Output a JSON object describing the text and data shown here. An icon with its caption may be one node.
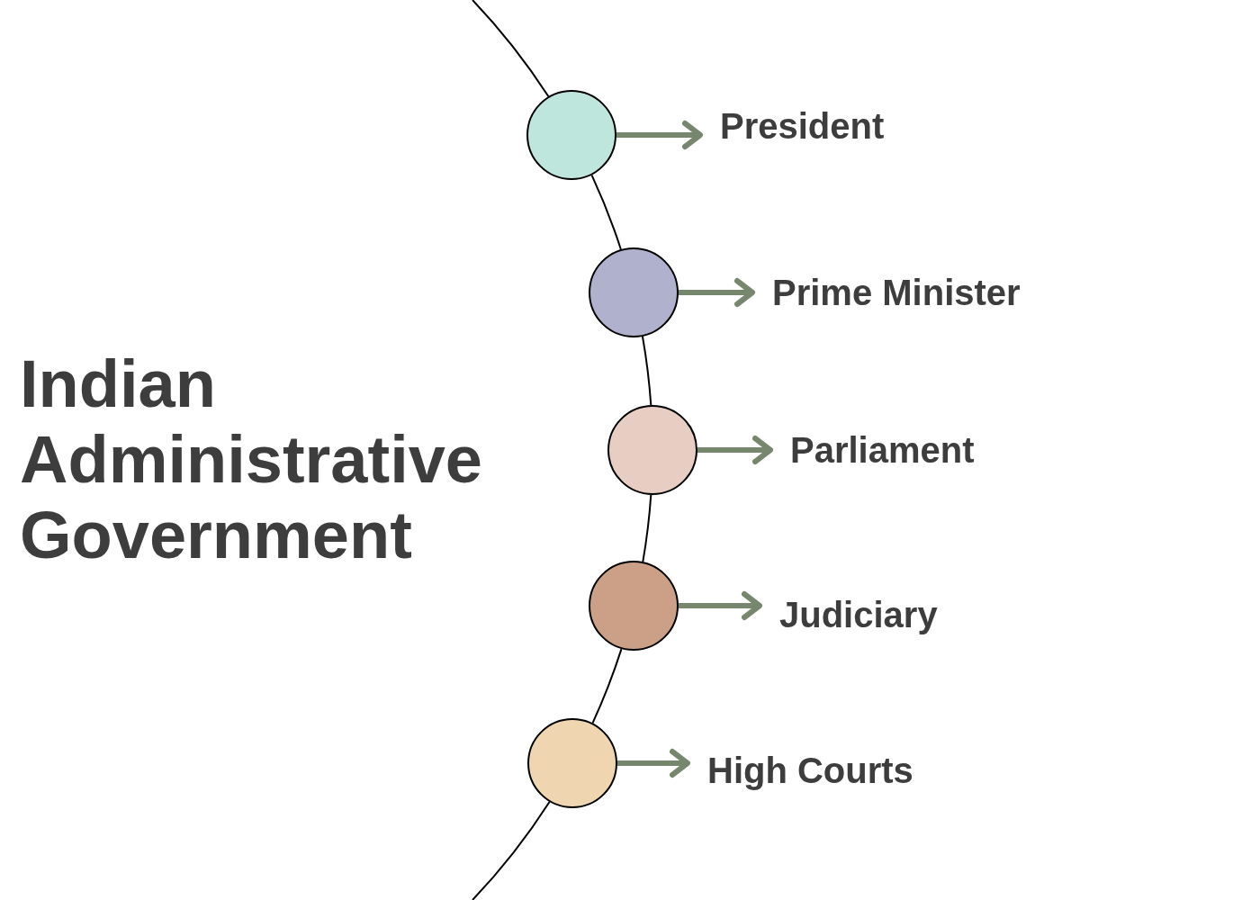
{
  "diagram": {
    "title": "Indian Administrative Government",
    "nodes": [
      {
        "text": [],
        "shape": "circle"
      },
      {
        "text": [],
        "shape": "circle"
      },
      {
        "text": [],
        "shape": "circle"
      },
      {
        "text": [],
        "shape": "circle"
      },
      {
        "text": [],
        "shape": "circle"
      },
      {
        "text": [
          "President"
        ]
      },
      {
        "text": [
          "Prime Minister"
        ]
      },
      {
        "text": [
          "Parliament"
        ]
      },
      {
        "text": [
          "Judiciary"
        ]
      },
      {
        "text": [
          "High Courts"
        ]
      }
    ],
    "edges": [
      {
        "from": 0,
        "to": 5,
        "arrow": "to"
      },
      {
        "from": 1,
        "to": 6,
        "arrow": "to"
      },
      {
        "from": 2,
        "to": 7,
        "arrow": "to"
      },
      {
        "from": 3,
        "to": 8,
        "arrow": "to"
      },
      {
        "from": 4,
        "to": 9,
        "arrow": "to"
      },
      {
        "from": 0,
        "to": 1,
        "arrow": "none",
        "color": "#000000"
      },
      {
        "from": 1,
        "to": 2,
        "arrow": "none",
        "color": "#000000"
      },
      {
        "from": 2,
        "to": 3,
        "arrow": "none",
        "color": "#000000"
      },
      {
        "from": 3,
        "to": 4,
        "arrow": "none",
        "color": "#000000"
      }
    ]
  }
}
